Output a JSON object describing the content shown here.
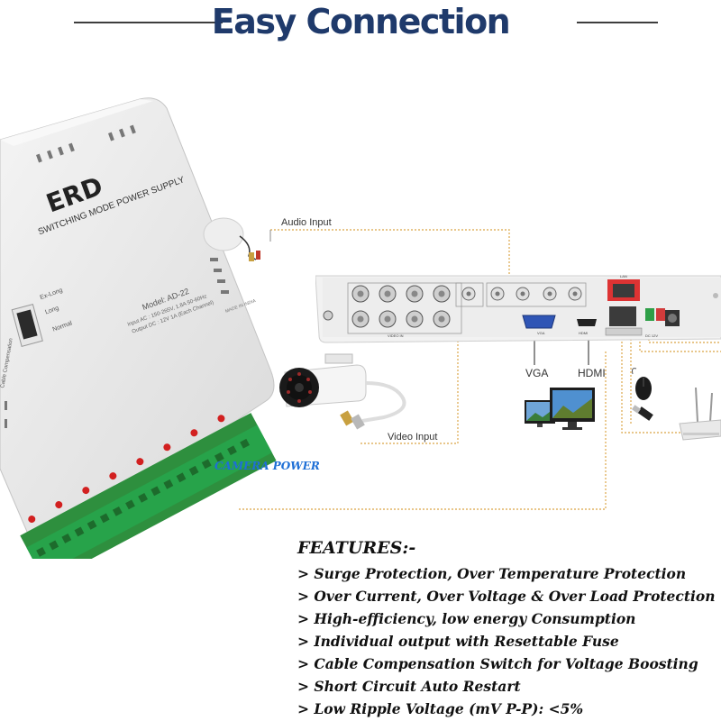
{
  "header": {
    "title": "Easy Connection"
  },
  "power_supply": {
    "brand": "ERD",
    "type_label": "SWITCHING MODE POWER SUPPLY",
    "model": "Model: AD-22",
    "input_spec": "Input AC : 150-265V, 1.8A 50-60Hz",
    "output_spec": "Output DC : 12V 1A (Each Channel)",
    "mode_options": [
      "Ex-Long",
      "Long",
      "Normal"
    ],
    "switch_caption": "Cable Compensation",
    "made_in": "MADE IN INDIA",
    "terminal_label": "CAMERA POWER"
  },
  "connections": {
    "audio_input": "Audio Input",
    "video_input": "Video Input",
    "vga": "VGA",
    "hdmi": "HDMI"
  },
  "dvr": {
    "video_in_label": "VIDEO IN",
    "vga_port_label": "VGA",
    "hdmi_port_label": "HDMI",
    "lan_label": "LAN",
    "power_label": "DC 12V"
  },
  "features": {
    "heading": "FEATURES:-",
    "items": [
      "Surge Protection, Over Temperature Protection",
      "Over Current, Over Voltage & Over Load Protection",
      "High-efficiency, low energy Consumption",
      "Individual output with Resettable Fuse",
      "Cable Compensation Switch for Voltage Boosting",
      "Short Circuit Auto Restart",
      "Low Ripple Voltage (mV P-P): <5%"
    ]
  },
  "colors": {
    "title": "#1f3a6b",
    "connector_line": "#e0b463",
    "terminal_green": "#27a34a",
    "camera_power": "#1e6fd6"
  }
}
